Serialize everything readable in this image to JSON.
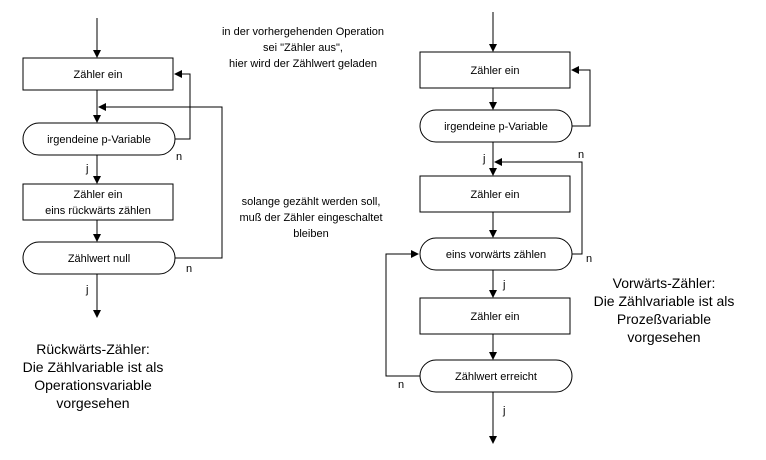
{
  "notes": {
    "top": [
      "in der vorhergehenden Operation",
      "sei \"Zähler aus\",",
      "hier wird der Zählwert geladen"
    ],
    "middle": [
      "solange gezählt werden soll,",
      "muß der Zähler eingeschaltet",
      "bleiben"
    ]
  },
  "left": {
    "box1": "Zähler ein",
    "cond1": "irgendeine p-Variable",
    "box2": [
      "Zähler ein",
      "eins rückwärts zählen"
    ],
    "cond2": "Zählwert null",
    "j1": "j",
    "n1": "n",
    "j2": "j",
    "n2": "n",
    "caption": [
      "Rückwärts-Zähler:",
      "Die Zählvariable ist als",
      "Operationsvariable",
      "vorgesehen"
    ]
  },
  "right": {
    "box1": "Zähler ein",
    "cond1": "irgendeine p-Variable",
    "box2": "Zähler ein",
    "cond2": "eins vorwärts zählen",
    "box3": "Zähler ein",
    "cond3": "Zählwert erreicht",
    "j1": "j",
    "n1": "n",
    "j2": "j",
    "n2": "n",
    "n3": "n",
    "j3": "j",
    "caption": [
      "Vorwärts-Zähler:",
      "Die Zählvariable ist als",
      "Prozeßvariable",
      "vorgesehen"
    ]
  }
}
